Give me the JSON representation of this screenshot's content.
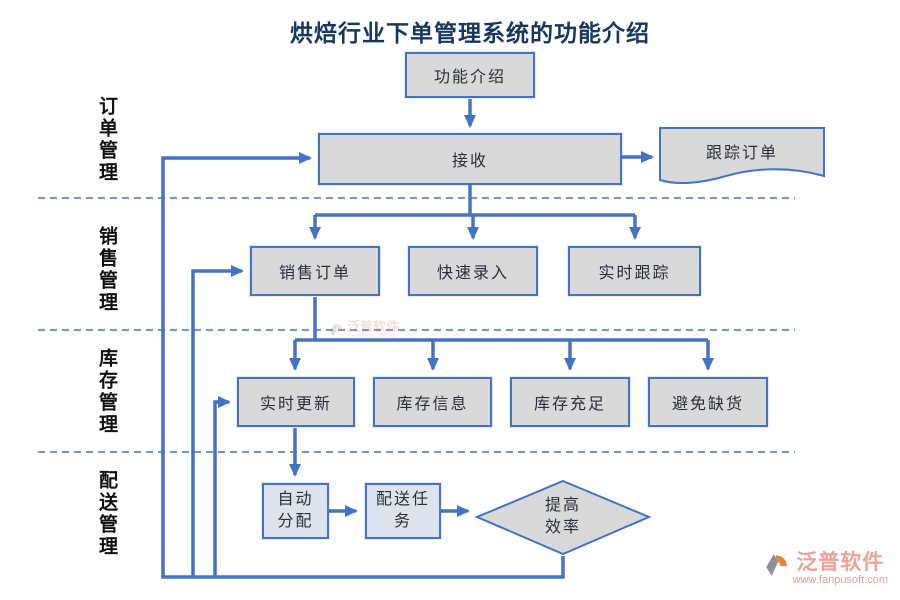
{
  "title": "烘焙行业下单管理系统的功能介绍",
  "categories": [
    {
      "label": "订单管理"
    },
    {
      "label": "销售管理"
    },
    {
      "label": "库存管理"
    },
    {
      "label": "配送管理"
    }
  ],
  "nodes": {
    "intro": "功能介绍",
    "receive": "接收",
    "track_order": "跟踪订单",
    "sales_order": "销售订单",
    "quick_entry": "快速录入",
    "realtime_track": "实时跟踪",
    "realtime_update": "实时更新",
    "inventory_info": "库存信息",
    "inventory_enough": "库存充足",
    "avoid_shortage": "避免缺货",
    "auto_assign": "自动分配",
    "delivery_task": "配送任务",
    "improve_efficiency": "提高效率"
  },
  "watermark": {
    "brand": "泛普软件",
    "url": "www.fanpusoft.com"
  },
  "footer_logo": {
    "brand": "泛普软件",
    "url": "www.fanpusoft.com"
  },
  "colors": {
    "accent_blue": "#4472c4",
    "box_fill_gray": "#d9d9d9",
    "box_fill_light": "#dce2ee",
    "title_navy": "#17375e",
    "brand_salmon": "#eda294"
  }
}
